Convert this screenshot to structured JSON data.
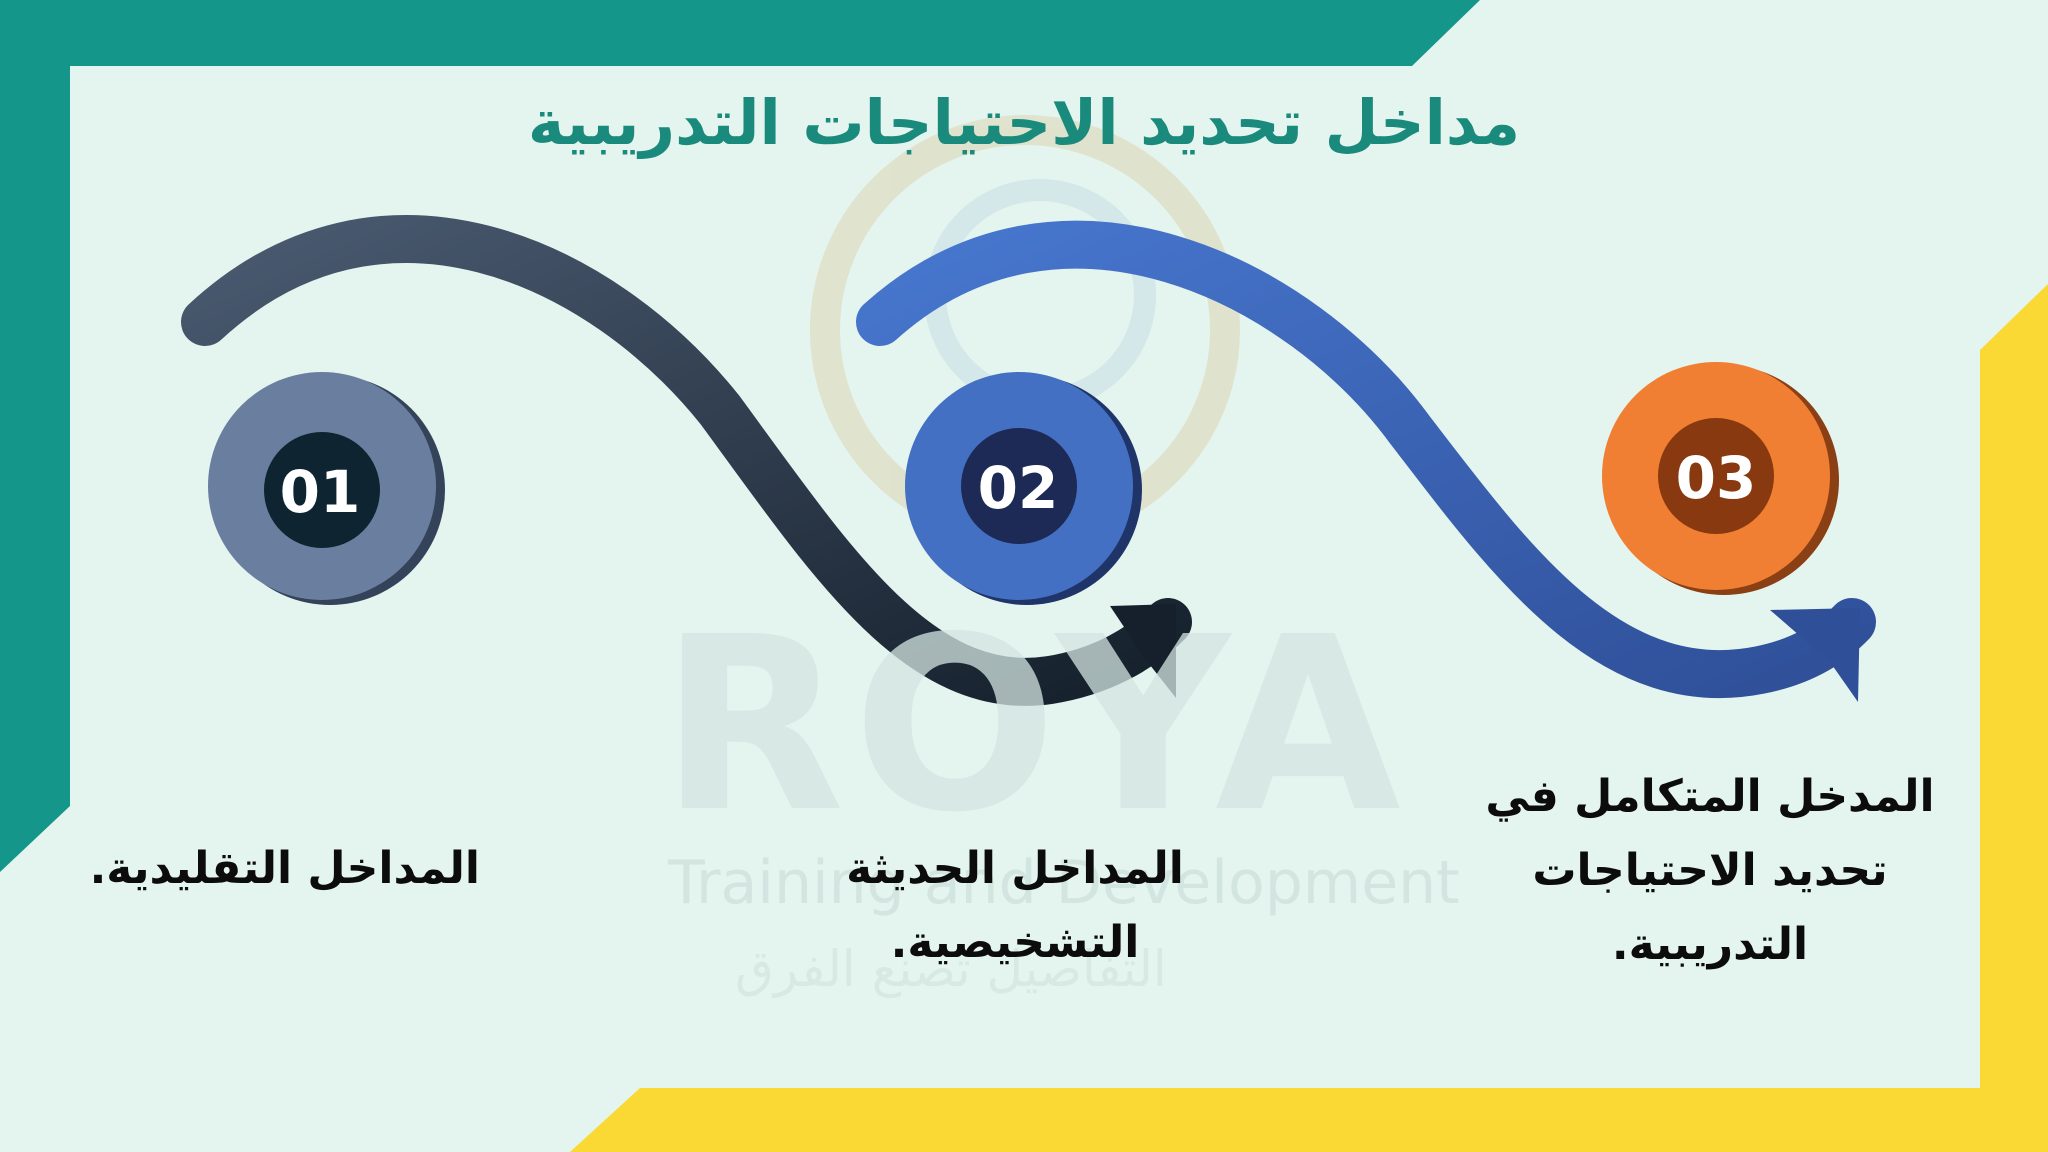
{
  "title": "مداخل تحديد الاحتياجات التدريبية",
  "colors": {
    "background": "#e4f4ee",
    "frame_teal": "#14968a",
    "frame_yellow": "#fbd934",
    "title_teal": "#1a8a7c",
    "step1_fill": "#6a7fa0",
    "step1_core": "#0e2430",
    "step2_fill": "#4470c4",
    "step2_core": "#1c2a55",
    "step3_fill": "#f07f33",
    "step3_core": "#893910",
    "arrow1": "#2d3b4d",
    "arrow2": "#3e62b0"
  },
  "steps": [
    {
      "number": "01",
      "label_lines": [
        "المداخل التقليدية."
      ]
    },
    {
      "number": "02",
      "label_lines": [
        "المداخل الحديثة",
        "التشخيصية."
      ]
    },
    {
      "number": "03",
      "label_lines": [
        "المدخل المتكامل في",
        "تحديد الاحتياجات",
        "التدريبية."
      ]
    }
  ],
  "watermark": {
    "brand": "ROYA",
    "tagline": "Training and Development",
    "arabic_tagline": "التفاصيل تصنع الفرق"
  }
}
